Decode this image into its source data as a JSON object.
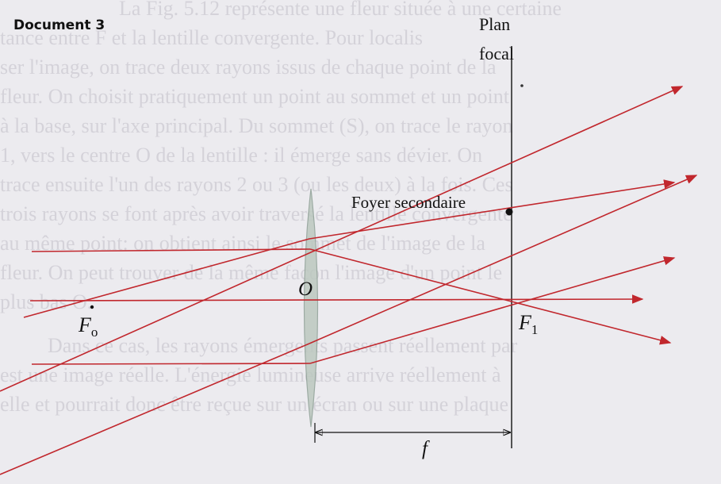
{
  "document_label": "Document 3",
  "labels": {
    "plan_line1": "Plan",
    "plan_line2": "focal",
    "foyer_secondaire": "Foyer secondaire",
    "center": "O",
    "f0_base": "F",
    "f0_sub": "o",
    "f1_base": "F",
    "f1_sub": "1",
    "focal_length": "f"
  },
  "colors": {
    "rays": "#c1272d",
    "axis": "#c1272d",
    "lens_fill": "#bcc8c0",
    "lens_stroke": "#8fa096",
    "ink": "#111111"
  },
  "background_text": [
    "La Fig. 5.12 représente une fleur située à une certaine",
    "tance entre F et la lentille convergente. Pour localis",
    "ser l'image, on trace deux rayons issus de chaque point de la",
    "fleur. On choisit pratiquement un point au sommet et un point",
    "à la base, sur l'axe principal. Du sommet (S), on trace le rayon",
    "1, vers le centre O de la lentille : il émerge sans dévier. On",
    "trace ensuite l'un des rayons 2 ou 3 (ou les deux) à la fois. Ces",
    "trois rayons se font après avoir traversé la lentille convergente",
    "au même point: on obtient ainsi le sommet de l'image de la",
    "fleur. On peut trouver de la même façon l'image d'un point le",
    "plus bas O.",
    "Dans ce cas, les rayons émergents passent réellement par",
    "est une image réelle. L'énergie lumineuse arrive réellement à",
    "elle et pourrait donc être reçue sur un écran ou sur une plaque"
  ]
}
